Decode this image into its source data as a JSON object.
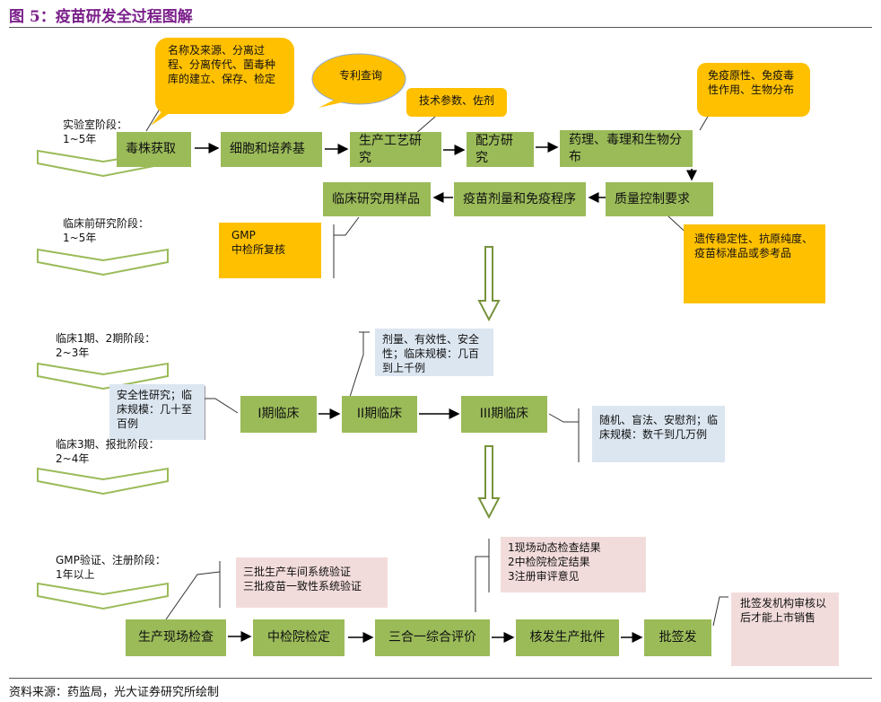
{
  "title": "图 5：疫苗研发全过程图解",
  "source": "资料来源：药监局，光大证券研究所绘制",
  "colors": {
    "green": "#9bbb59",
    "orange": "#ffc000",
    "blue": "#dce6f1",
    "pink": "#f2dcdb",
    "title": "#7a1f8a"
  },
  "stages": [
    {
      "label": "实验室阶段：",
      "duration": "1~5年"
    },
    {
      "label": "临床前研究阶段：",
      "duration": "1~5年"
    },
    {
      "label": "临床1期、2期阶段：",
      "duration": "2~3年"
    },
    {
      "label": "临床3期、报批阶段：",
      "duration": "2~4年"
    },
    {
      "label": "GMP验证、注册阶段：",
      "duration": "1年以上"
    }
  ],
  "row1": [
    "毒株获取",
    "细胞和培养基",
    "生产工艺研究",
    "配方研究",
    "药理、毒理和生物分布"
  ],
  "row2": [
    "临床研究用样品",
    "疫苗剂量和免疫程序",
    "质量控制要求"
  ],
  "clinical": [
    "I期临床",
    "II期临床",
    "III期临床"
  ],
  "row_final": [
    "生产现场检查",
    "中检院检定",
    "三合一综合评价",
    "核发生产批件",
    "批签发"
  ],
  "notes": {
    "strain": "名称及来源、分离过程、分离传代、菌毒种库的建立、保存、检定",
    "patent": "专利查询",
    "tech": "技术参数、佐剂",
    "pharm": "免疫原性、免疫毒性作用、生物分布",
    "gmp": "GMP\n中检所复核",
    "quality": "遗传稳定性、抗原纯度、疫苗标准品或参考品",
    "phase1": "安全性研究；临床规模：几十至百例",
    "phase2": "剂量、有效性、安全性；临床规模：几百到上千例",
    "phase3": "随机、盲法、安慰剂；临床规模：数千到几万例",
    "batches": "三批生产车间系统验证\n三批疫苗一致性系统验证",
    "eval": "1现场动态检查结果\n2中检院检定结果\n3注册审评意见",
    "release": "批签发机构审核以后才能上市销售"
  }
}
